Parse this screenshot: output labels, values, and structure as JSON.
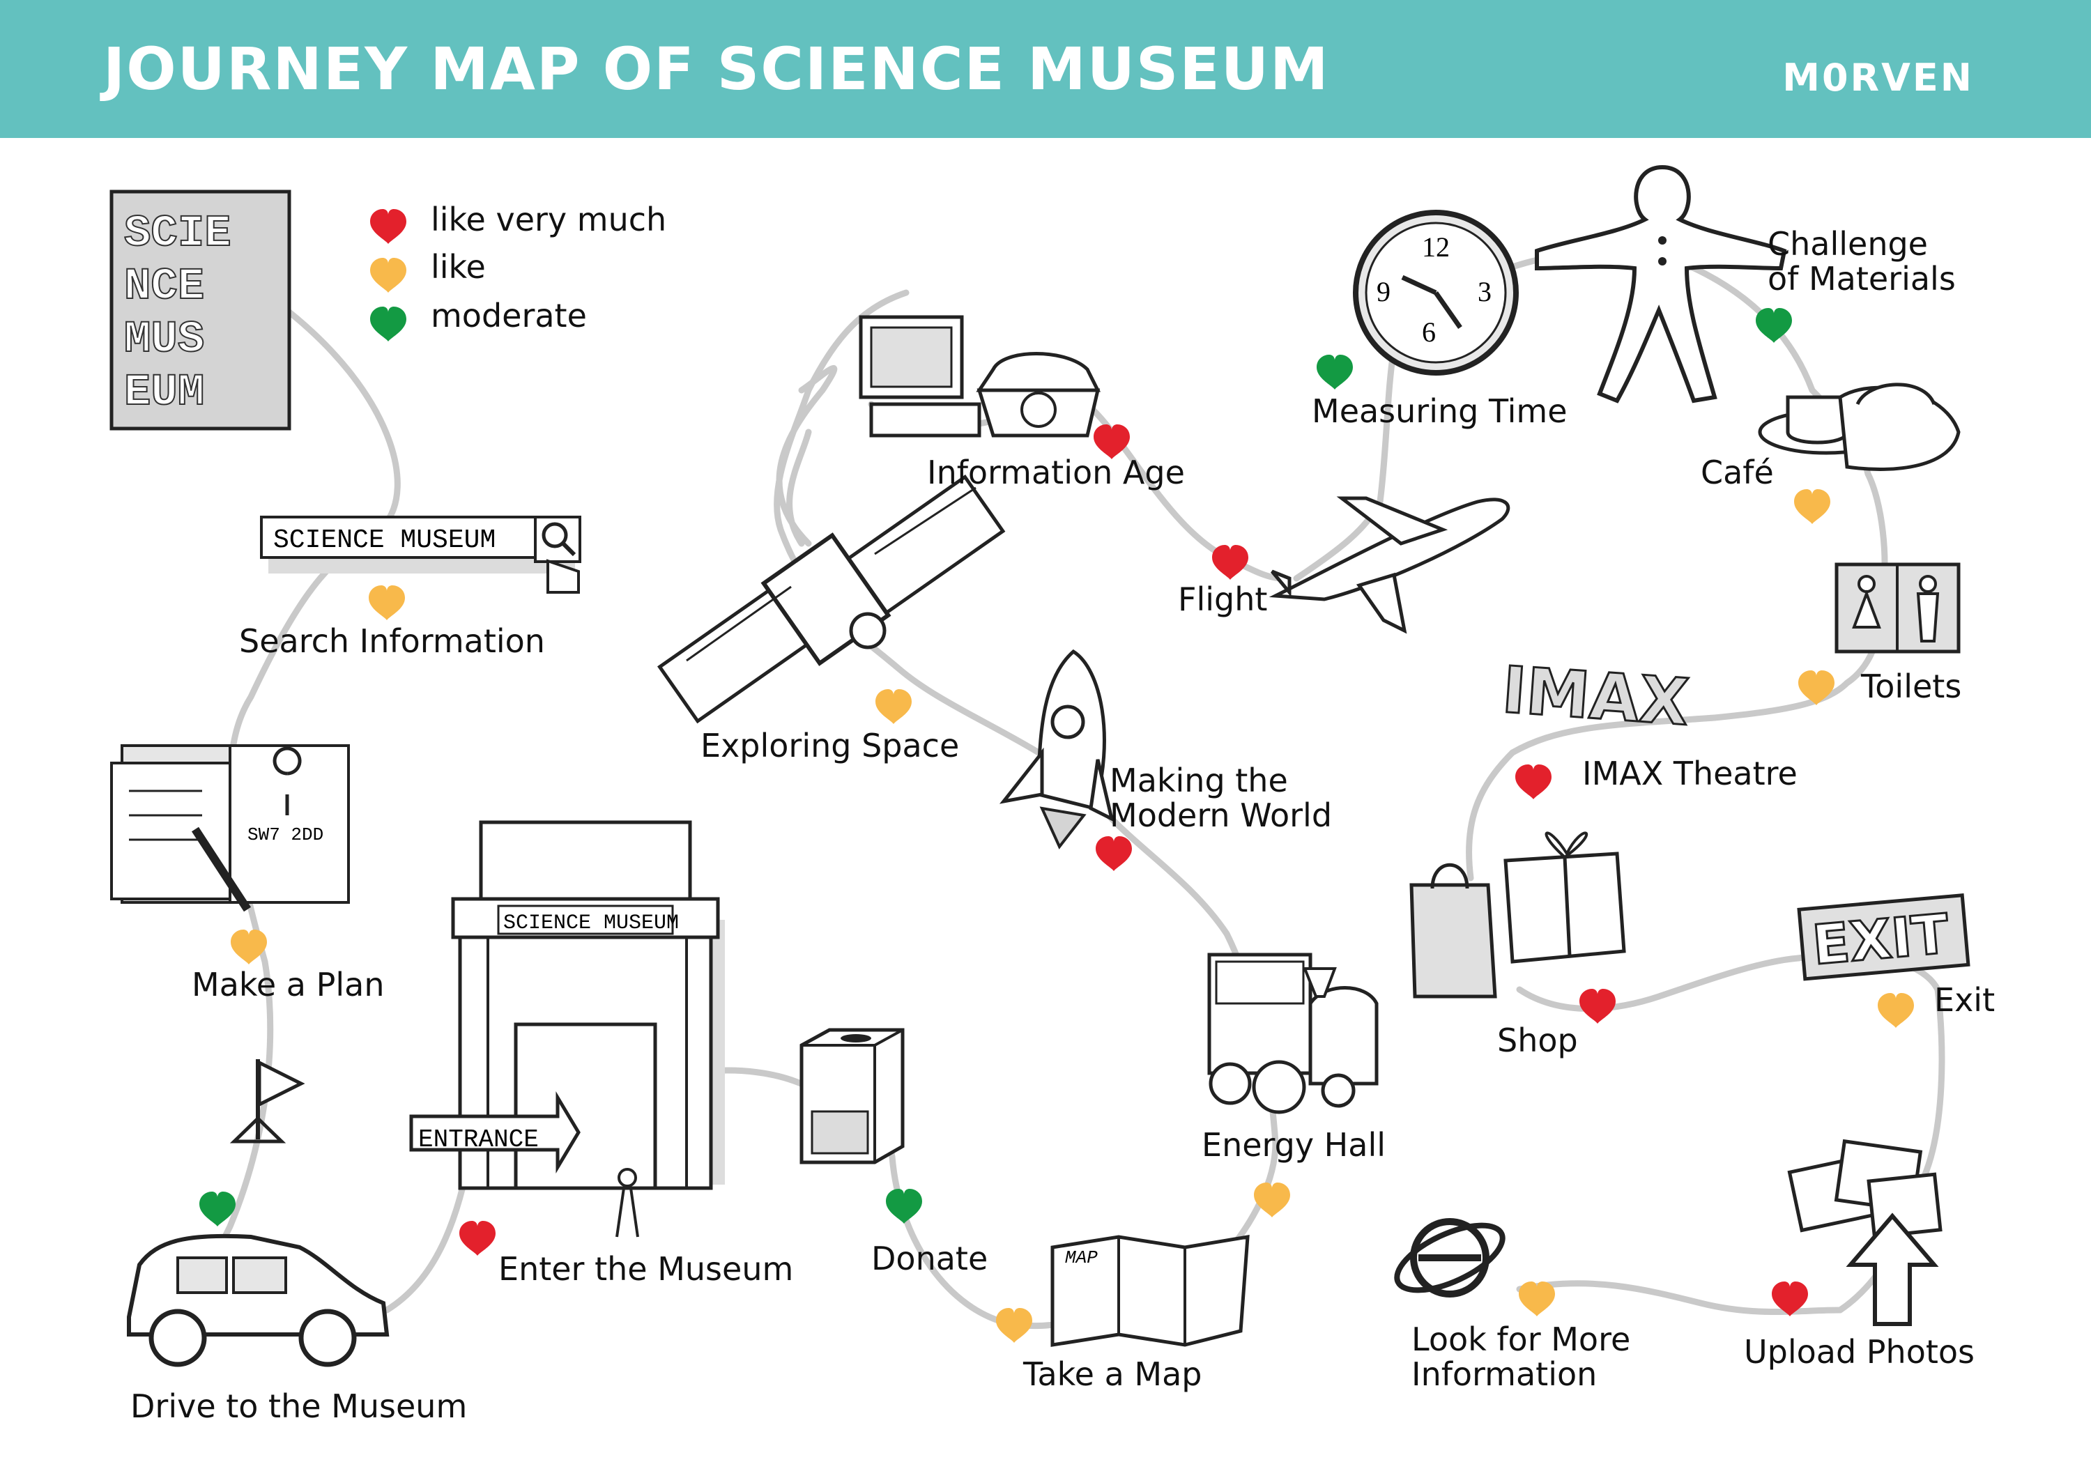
{
  "header": {
    "title": "JOURNEY MAP OF SCIENCE MUSEUM",
    "brand": "M0RVEN",
    "bg_color": "#63c1bf"
  },
  "colors": {
    "like_very_much": "#e3212c",
    "like": "#f8b94b",
    "moderate": "#139a43",
    "path": "#c9c9c9"
  },
  "legend": [
    {
      "label": "like very much",
      "rating": "like_very_much"
    },
    {
      "label": "like",
      "rating": "like"
    },
    {
      "label": "moderate",
      "rating": "moderate"
    }
  ],
  "signs": {
    "logo_lines": [
      "SCIE",
      "NCE",
      "MUS",
      "EUM"
    ],
    "search_text": "SCIENCE MUSEUM",
    "plan_postcode": "SW7 2DD",
    "building_sign": "SCIENCE MUSEUM",
    "entrance_sign": "ENTRANCE",
    "map_word": "MAP",
    "imax_word": "IMAX",
    "exit_word": "EXIT",
    "clock_numbers": [
      "12",
      "3",
      "6",
      "9"
    ]
  },
  "stops": {
    "search": {
      "label": "Search Information",
      "rating": "like",
      "icon": "search-bar-icon"
    },
    "plan": {
      "label": "Make a Plan",
      "rating": "like",
      "icon": "plan-map-icon"
    },
    "drive": {
      "label": "Drive to the Museum",
      "rating": "moderate",
      "icon": "taxi-icon"
    },
    "enter": {
      "label": "Enter the Museum",
      "rating": "like_very_much",
      "icon": "museum-building-icon"
    },
    "donate": {
      "label": "Donate",
      "rating": "moderate",
      "icon": "donation-box-icon"
    },
    "takemap": {
      "label": "Take a Map",
      "rating": "like",
      "icon": "folded-map-icon"
    },
    "energy": {
      "label": "Energy Hall",
      "rating": "like",
      "icon": "steam-train-icon"
    },
    "modern": {
      "label": "Making the\nModern World",
      "rating": "like_very_much",
      "icon": "rocket-icon"
    },
    "space": {
      "label": "Exploring Space",
      "rating": "like",
      "icon": "satellite-icon"
    },
    "info": {
      "label": "Information Age",
      "rating": "like_very_much",
      "icon": "computer-telephone-icon"
    },
    "flight": {
      "label": "Flight",
      "rating": "like_very_much",
      "icon": "airplane-icon"
    },
    "time": {
      "label": "Measuring Time",
      "rating": "moderate",
      "icon": "clock-icon"
    },
    "materials": {
      "label": "Challenge\nof Materials",
      "rating": "moderate",
      "icon": "figure-icon"
    },
    "cafe": {
      "label": "Café",
      "rating": "like",
      "icon": "coffee-cake-icon"
    },
    "toilets": {
      "label": "Toilets",
      "rating": "like",
      "icon": "toilet-sign-icon"
    },
    "imax": {
      "label": "IMAX Theatre",
      "rating": "like_very_much",
      "icon": "imax-logo-icon"
    },
    "shop": {
      "label": "Shop",
      "rating": "like_very_much",
      "icon": "shopping-bag-gift-icon"
    },
    "exit": {
      "label": "Exit",
      "rating": "like",
      "icon": "exit-sign-icon"
    },
    "upload": {
      "label": "Upload Photos",
      "rating": "like_very_much",
      "icon": "upload-photos-icon"
    },
    "more": {
      "label": "Look for More\nInformation",
      "rating": "like",
      "icon": "internet-explorer-icon"
    }
  }
}
